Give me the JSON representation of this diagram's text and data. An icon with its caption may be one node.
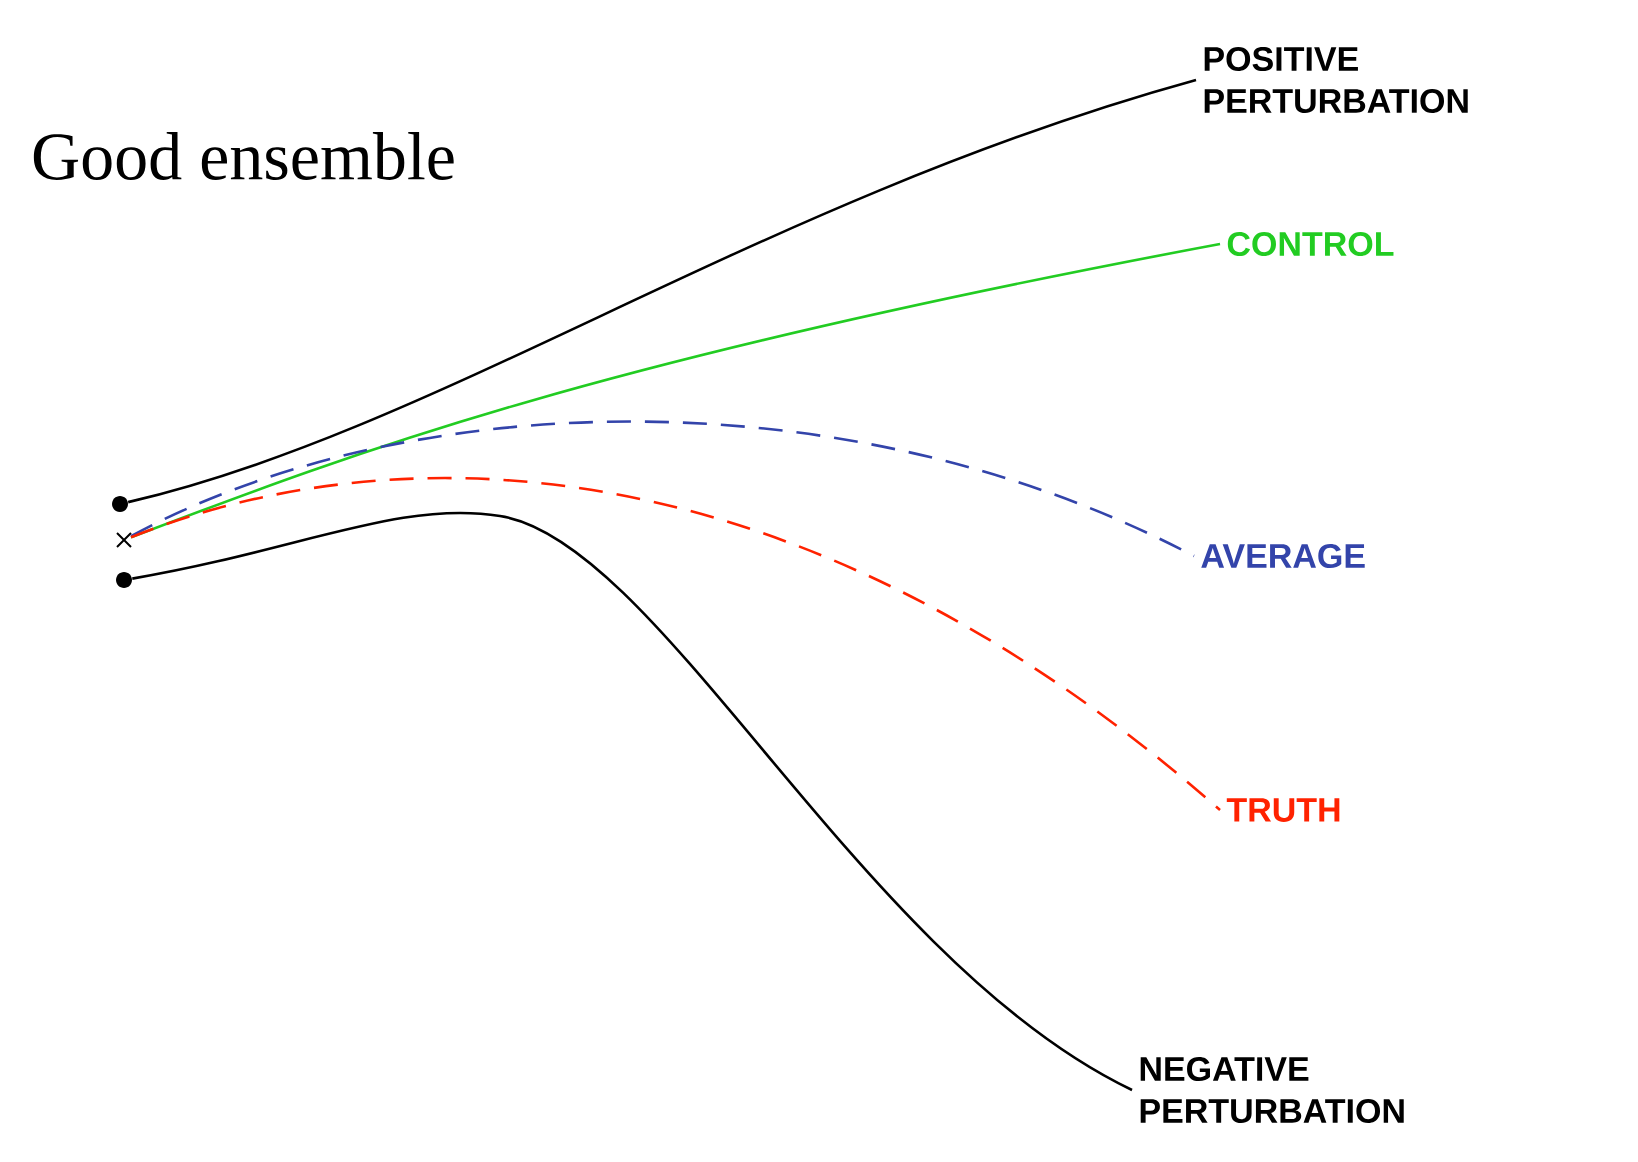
{
  "diagram": {
    "title": "Good ensemble",
    "nodes": [
      {
        "text": [],
        "shape": "circle"
      },
      {
        "text": [],
        "shape": "cross"
      },
      {
        "text": [],
        "shape": "circle"
      },
      {
        "text": [
          "POSITIVE PERTURBATION"
        ]
      },
      {
        "text": [
          "CONTROL"
        ]
      },
      {
        "text": [
          "AVERAGE"
        ]
      },
      {
        "text": [
          "TRUTH"
        ]
      },
      {
        "text": [
          "NEGATIVE PERTURBATION"
        ]
      }
    ],
    "edges": [
      {
        "from": 0,
        "to": 3,
        "arrow": "none"
      },
      {
        "from": 1,
        "to": 4,
        "arrow": "none",
        "color": "#22cc22"
      },
      {
        "from": 1,
        "to": 5,
        "arrow": "none",
        "style": "dashed",
        "color": "#3344aa"
      },
      {
        "from": 1,
        "to": 6,
        "arrow": "none",
        "style": "dashed",
        "color": "#ff2200"
      },
      {
        "from": 2,
        "to": 7,
        "arrow": "none"
      }
    ]
  }
}
